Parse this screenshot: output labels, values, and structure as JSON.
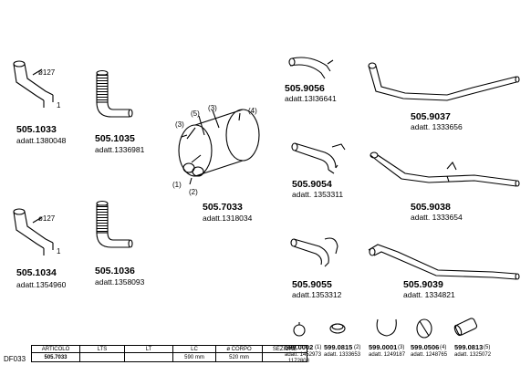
{
  "parts": [
    {
      "code": "505.1033",
      "adatt": "adatt.1380048",
      "dim": "ø127",
      "callout": "1"
    },
    {
      "code": "505.1035",
      "adatt": "adatt.1336981"
    },
    {
      "code": "505.1034",
      "adatt": "adatt.1354960",
      "dim": "ø127",
      "callout": "1"
    },
    {
      "code": "505.1036",
      "adatt": "adatt.1358093"
    },
    {
      "code": "505.7033",
      "adatt": "adatt.1318034"
    },
    {
      "code": "505.9056",
      "adatt": "adatt.13I36641"
    },
    {
      "code": "505.9054",
      "adatt": "adatt.  1353311"
    },
    {
      "code": "505.9055",
      "adatt": "adatt.1353312"
    },
    {
      "code": "505.9037",
      "adatt": "adatt.   1333656"
    },
    {
      "code": "505.9038",
      "adatt": "adatt.   1333654"
    },
    {
      "code": "505.9039",
      "adatt": "adatt.   1334821"
    }
  ],
  "muffler_callouts": [
    "(1)",
    "(2)",
    "(3)",
    "(5)",
    "(3)",
    "(4)"
  ],
  "fittings": [
    {
      "code": "599.0002",
      "callout": "(1)",
      "adatt": "adatt. 1452973",
      "adatt2": "1172803"
    },
    {
      "code": "599.0815",
      "callout": "(2)",
      "adatt": "adatt.   1333653"
    },
    {
      "code": "599.0001",
      "callout": "(3)",
      "adatt": "adatt. 1249187"
    },
    {
      "code": "599.0506",
      "callout": "(4)",
      "adatt": "adatt. 1248765"
    },
    {
      "code": "599.0813",
      "callout": "(5)",
      "adatt": "adatt.   1325072"
    }
  ],
  "spec_table": {
    "headers": [
      "ARTICOLO",
      "LTS",
      "LT",
      "LC",
      "ø CORPO",
      "SEZIONE"
    ],
    "row": [
      "505.7033",
      "",
      "",
      "590  mm",
      "520  mm",
      ""
    ]
  },
  "catalog_code": "DF033"
}
